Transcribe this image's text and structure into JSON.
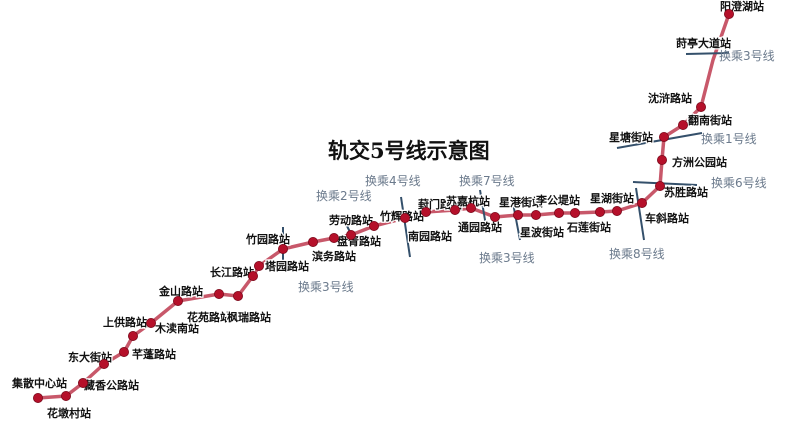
{
  "title": "轨交5号线示意图",
  "colors": {
    "line": "#c8586a",
    "station": "#b5102a",
    "transfer_tick": "#34506b",
    "transfer_text": "#6b7a8c"
  },
  "stations": [
    {
      "id": "s1",
      "name": "集散中心站"
    },
    {
      "id": "s2",
      "name": "花墩村站"
    },
    {
      "id": "s3",
      "name": "藏香公路站"
    },
    {
      "id": "s4",
      "name": "东大街站"
    },
    {
      "id": "s5",
      "name": "芊蓬路站"
    },
    {
      "id": "s6",
      "name": "上供路站"
    },
    {
      "id": "s7",
      "name": "木渎南站"
    },
    {
      "id": "s8",
      "name": "金山路站"
    },
    {
      "id": "s9",
      "name": "花苑路站"
    },
    {
      "id": "s10",
      "name": "枫瑞路站"
    },
    {
      "id": "s11",
      "name": "长江路站"
    },
    {
      "id": "s12",
      "name": "塔园路站"
    },
    {
      "id": "s13",
      "name": "竹园路站"
    },
    {
      "id": "s14",
      "name": "滨务路站"
    },
    {
      "id": "s15",
      "name": "劳动路站"
    },
    {
      "id": "s16",
      "name": "盘胥路站"
    },
    {
      "id": "s17",
      "name": "竹辉路站"
    },
    {
      "id": "s18",
      "name": "南园路站"
    },
    {
      "id": "s19",
      "name": "葑门路站"
    },
    {
      "id": "s20",
      "name": "苏嘉杭站"
    },
    {
      "id": "s21",
      "name": "通园路站"
    },
    {
      "id": "s22",
      "name": "星港街站"
    },
    {
      "id": "s23",
      "name": "星波街站"
    },
    {
      "id": "s24",
      "name": "李公堤站"
    },
    {
      "id": "s25",
      "name": "石莲街站"
    },
    {
      "id": "s26",
      "name": "星湖街站"
    },
    {
      "id": "s27",
      "name": "车斜路站"
    },
    {
      "id": "s28",
      "name": "苏胜路站"
    },
    {
      "id": "s29",
      "name": "方洲公园站"
    },
    {
      "id": "s30",
      "name": "星塘街站"
    },
    {
      "id": "s31",
      "name": "翻南街站"
    },
    {
      "id": "s32",
      "name": "沈浒路站"
    },
    {
      "id": "s33",
      "name": "莳亭大道站"
    },
    {
      "id": "s34",
      "name": "阳澄湖站"
    }
  ],
  "transfers": [
    {
      "id": "t1",
      "label": "换乘2号线"
    },
    {
      "id": "t2",
      "label": "换乘4号线"
    },
    {
      "id": "t3",
      "label": "换乘3号线"
    },
    {
      "id": "t4",
      "label": "换乘7号线"
    },
    {
      "id": "t5",
      "label": "换乘3号线"
    },
    {
      "id": "t6",
      "label": "换乘8号线"
    },
    {
      "id": "t7",
      "label": "换乘6号线"
    },
    {
      "id": "t8",
      "label": "换乘1号线"
    },
    {
      "id": "t9",
      "label": "换乘3号线"
    }
  ]
}
